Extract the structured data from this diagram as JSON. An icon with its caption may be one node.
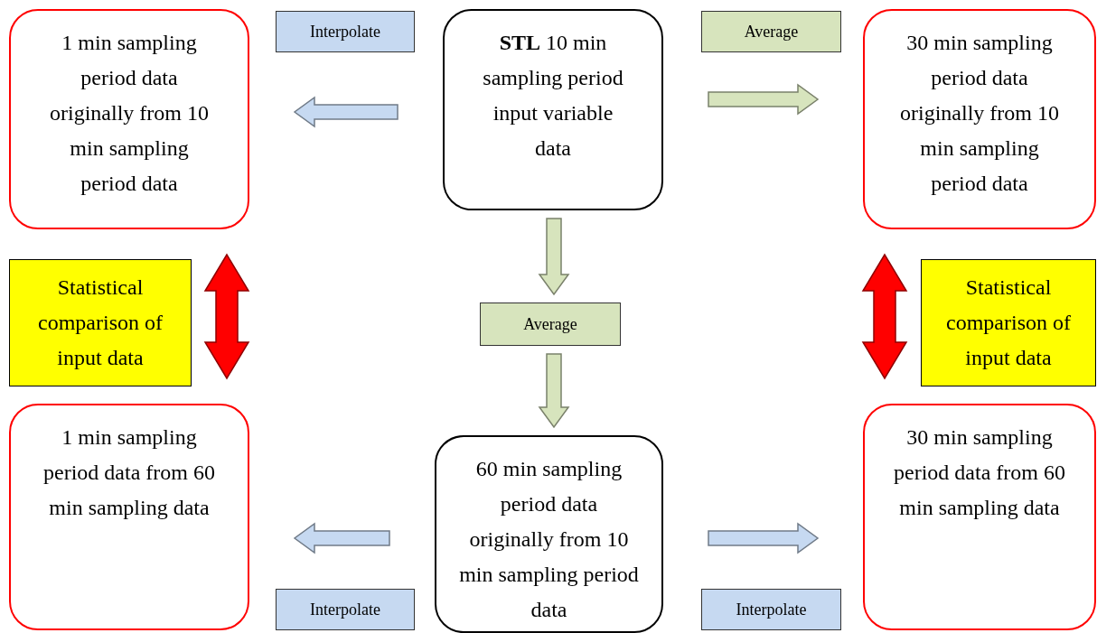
{
  "diagram": {
    "nodes": [
      {
        "text": [
          "1 min sampling period data originally from 10 min sampling period data"
        ]
      },
      {
        "text": [
          "Interpolate"
        ]
      },
      {
        "text": [
          "**STL** 10 min sampling period input variable data"
        ]
      },
      {
        "text": [
          "Average"
        ]
      },
      {
        "text": [
          "30 min sampling period data originally from 10 min sampling period data"
        ]
      },
      {
        "text": [
          "Statistical comparison of input data"
        ]
      },
      {
        "text": [
          "Average"
        ]
      },
      {
        "text": [
          "Statistical comparison of input data"
        ]
      },
      {
        "text": [
          "1 min sampling period data from 60 min sampling data"
        ]
      },
      {
        "text": [
          "60 min sampling period data originally from 10 min sampling period data"
        ]
      },
      {
        "text": [
          "30 min sampling period data from 60 min sampling data"
        ]
      },
      {
        "text": [
          "Interpolate"
        ]
      },
      {
        "text": [
          "Interpolate"
        ]
      }
    ],
    "edges": [
      {
        "from": 2,
        "to": 0,
        "arrow": "to",
        "color": "#c6d9f1"
      },
      {
        "from": 2,
        "to": 4,
        "arrow": "to",
        "color": "#d7e4bd"
      },
      {
        "from": 2,
        "to": 6,
        "arrow": "to",
        "color": "#d7e4bd"
      },
      {
        "from": 6,
        "to": 9,
        "arrow": "to",
        "color": "#d7e4bd"
      },
      {
        "from": 9,
        "to": 8,
        "arrow": "to",
        "color": "#c6d9f1"
      },
      {
        "from": 9,
        "to": 10,
        "arrow": "to",
        "color": "#c6d9f1"
      },
      {
        "from": 0,
        "to": 8,
        "arrow": "both",
        "style": "thick",
        "color": "#ff0000"
      },
      {
        "from": 4,
        "to": 10,
        "arrow": "both",
        "style": "thick",
        "color": "#ff0000"
      }
    ]
  }
}
